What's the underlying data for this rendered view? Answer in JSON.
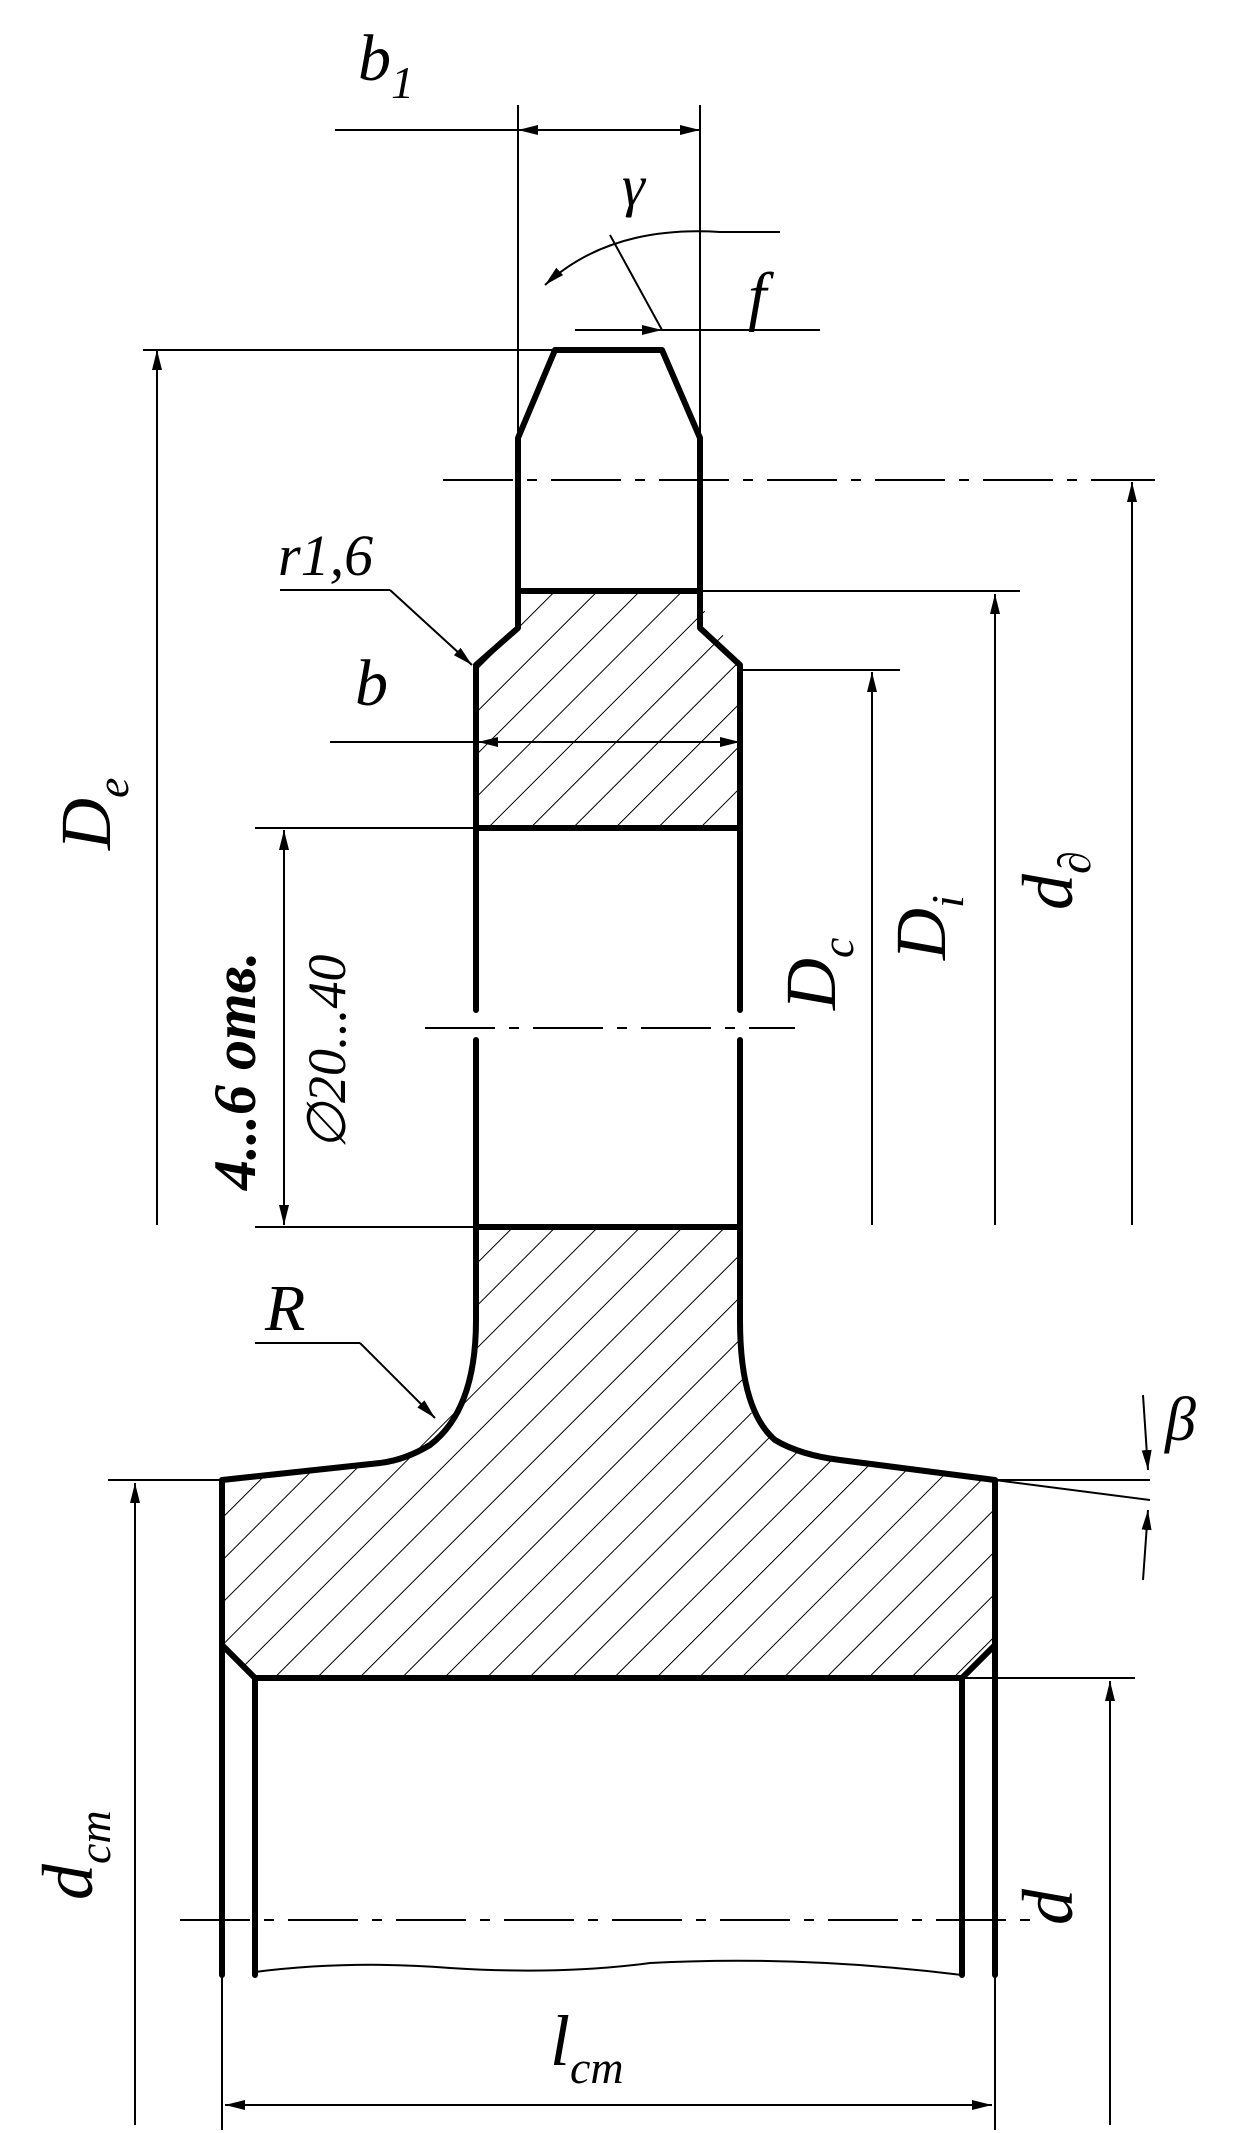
{
  "diagram": {
    "labels": {
      "b1_main": "b",
      "b1_sub": "1",
      "gamma": "γ",
      "f": "f",
      "r": "r1,6",
      "b": "b",
      "De_main": "D",
      "De_sub": "e",
      "holes_count": "4...6 отв.",
      "holes_diameter": "∅20...40",
      "Dc_main": "D",
      "Dc_sub": "c",
      "Di_main": "D",
      "Di_sub": "i",
      "dd_main": "d",
      "dd_sub": "∂",
      "R": "R",
      "beta": "β",
      "dcm_main": "d",
      "dcm_sub": "cm",
      "d": "d",
      "lcm_main": "l",
      "lcm_sub": "cm"
    },
    "colors": {
      "line": "#000000",
      "background": "#ffffff"
    }
  }
}
